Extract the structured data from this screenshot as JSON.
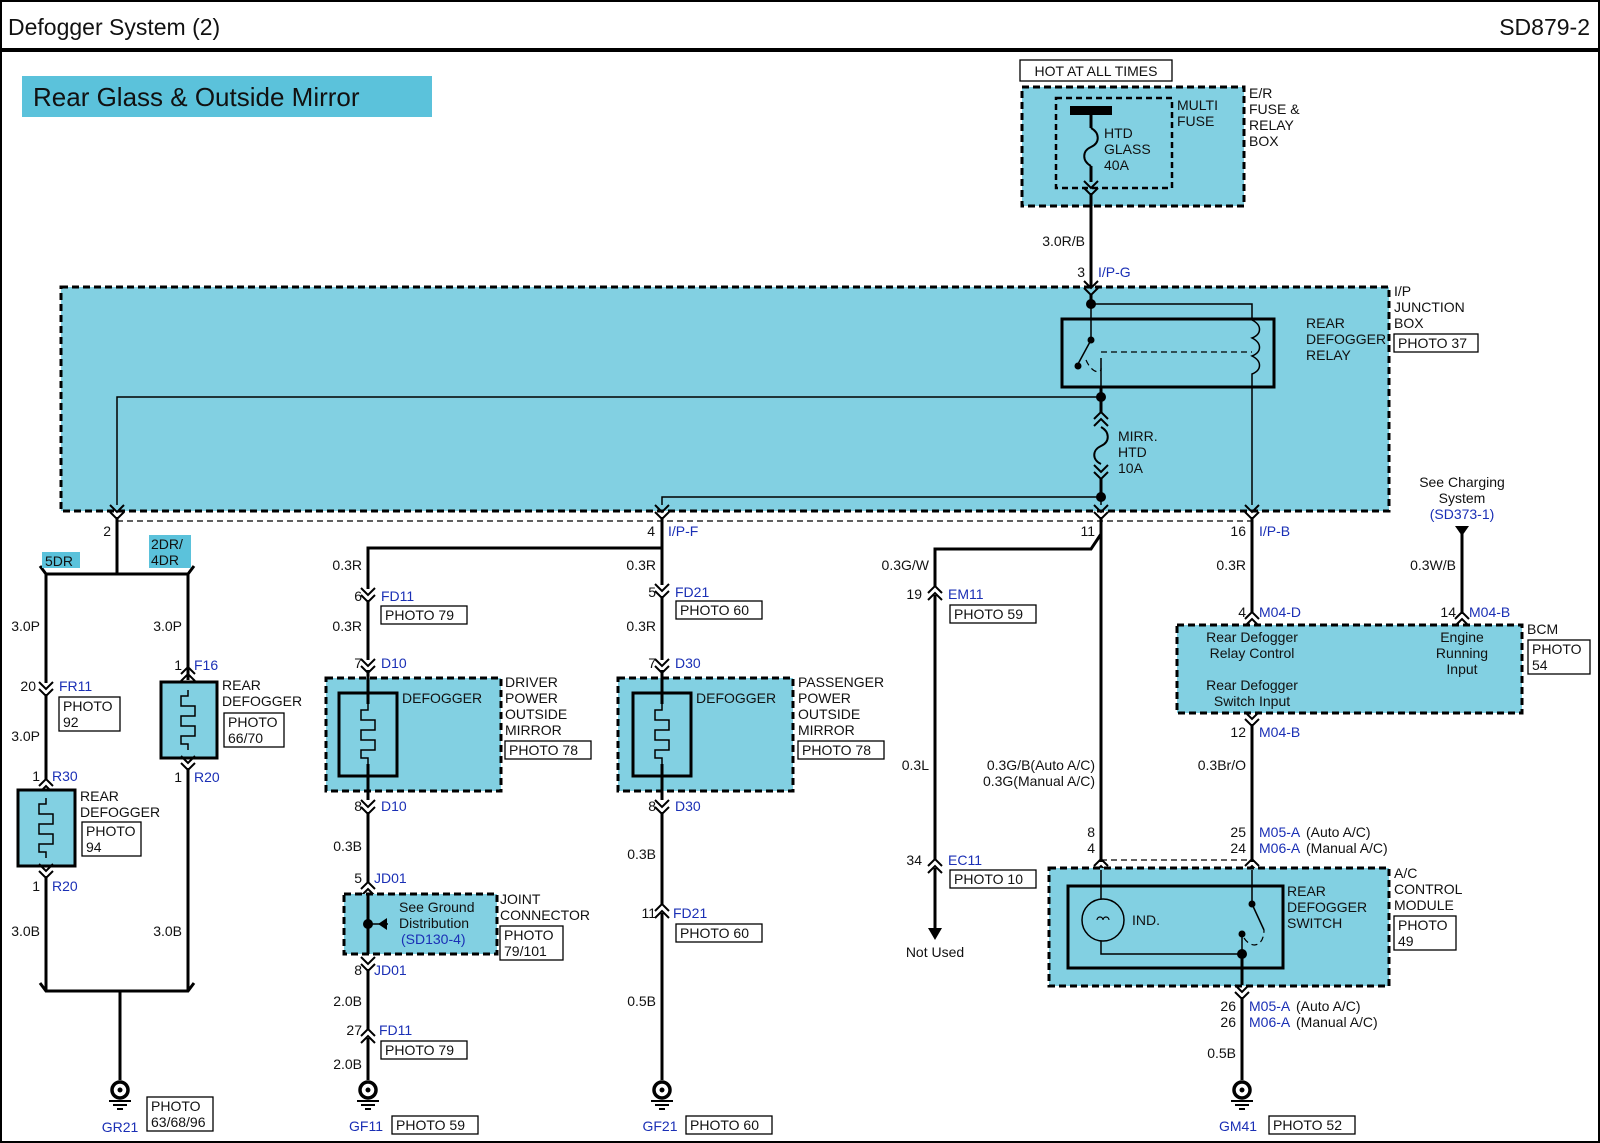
{
  "header": {
    "title": "Defogger System (2)",
    "code": "SD879-2"
  },
  "section_title": "Rear Glass & Outside Mirror",
  "power": {
    "hot_label": "HOT AT ALL TIMES",
    "box_label": [
      "E/R",
      "FUSE &",
      "RELAY",
      "BOX"
    ],
    "multi_fuse": [
      "MULTI",
      "FUSE"
    ],
    "fuse": [
      "HTD",
      "GLASS",
      "40A"
    ],
    "wire": "3.0R/B"
  },
  "junction_box": {
    "label": [
      "I/P",
      "JUNCTION",
      "BOX"
    ],
    "photo": "PHOTO 37",
    "relay": [
      "REAR",
      "DEFOGGER",
      "RELAY"
    ],
    "mirr_fuse": [
      "MIRR.",
      "HTD",
      "10A"
    ],
    "pins": [
      {
        "pin": "3",
        "conn": "I/P-G"
      },
      {
        "pin": "2",
        "conn": ""
      },
      {
        "pin": "4",
        "conn": "I/P-F"
      },
      {
        "pin": "11",
        "conn": ""
      },
      {
        "pin": "16",
        "conn": "I/P-B"
      }
    ]
  },
  "left": {
    "tag_5dr": "5DR",
    "tag_2dr": [
      "2DR/",
      "4DR"
    ],
    "wire_3p": "3.0P",
    "wire_3b": "3.0B",
    "fr11_pin": "20",
    "fr11": "FR11",
    "fr11_photo": [
      "PHOTO",
      "92"
    ],
    "r30_pin": "1",
    "r30": "R30",
    "r20_pin": "1",
    "r20": "R20",
    "f16_pin": "1",
    "f16": "F16",
    "rear_defogger": [
      "REAR",
      "DEFOGGER"
    ],
    "photo_94": [
      "PHOTO",
      "94"
    ],
    "photo_66": [
      "PHOTO",
      "66/70"
    ],
    "ground": "GR21",
    "ground_photo": [
      "PHOTO",
      "63/68/96"
    ]
  },
  "driver": {
    "wire_03r": "0.3R",
    "fd11_pin": "6",
    "fd11": "FD11",
    "fd11_photo": "PHOTO 79",
    "d10_pin_top": "7",
    "d10": "D10",
    "d10_pin_bot": "8",
    "defogger": "DEFOGGER",
    "mirror_label": [
      "DRIVER",
      "POWER",
      "OUTSIDE",
      "MIRROR"
    ],
    "photo": "PHOTO 78",
    "wire_03b": "0.3B",
    "jd01_pin_top": "5",
    "jd01": "JD01",
    "ground_dist": [
      "See Ground",
      "Distribution"
    ],
    "ground_ref": "(SD130-4)",
    "joint": [
      "JOINT",
      "CONNECTOR"
    ],
    "joint_photo": [
      "PHOTO",
      "79/101"
    ],
    "jd01_pin_bot": "8",
    "wire_20b": "2.0B",
    "fd11b_pin": "27",
    "fd11b_photo": "PHOTO 79",
    "ground": "GF11",
    "ground_photo": "PHOTO 59"
  },
  "passenger": {
    "wire_03r": "0.3R",
    "fd21_pin": "5",
    "fd21": "FD21",
    "fd21_photo": "PHOTO 60",
    "d30_pin_top": "7",
    "d30": "D30",
    "d30_pin_bot": "8",
    "defogger": "DEFOGGER",
    "mirror_label": [
      "PASSENGER",
      "POWER",
      "OUTSIDE",
      "MIRROR"
    ],
    "photo": "PHOTO 78",
    "wire_03b": "0.3B",
    "fd21b_pin": "11",
    "fd21b_photo": "PHOTO 60",
    "wire_05b": "0.5B",
    "ground": "GF21",
    "ground_photo": "PHOTO 60"
  },
  "center": {
    "wire_gw": "0.3G/W",
    "em11_pin": "19",
    "em11": "EM11",
    "em11_photo": "PHOTO 59",
    "wire_03l": "0.3L",
    "ec11_pin": "34",
    "ec11": "EC11",
    "ec11_photo": "PHOTO 10",
    "not_used": "Not Used",
    "wire_gb": "0.3G/B(Auto A/C)",
    "wire_g": "0.3G(Manual A/C)",
    "pin_8": "8",
    "pin_4": "4"
  },
  "bcm": {
    "charging": [
      "See Charging",
      "System"
    ],
    "charging_ref": "(SD373-1)",
    "wire_03r": "0.3R",
    "wire_wb": "0.3W/B",
    "pin_d": "4",
    "conn_d": "M04-D",
    "pin_b": "14",
    "conn_b": "M04-B",
    "relay_ctrl": [
      "Rear Defogger",
      "Relay Control"
    ],
    "switch_input": [
      "Rear Defogger",
      "Switch Input"
    ],
    "engine": [
      "Engine",
      "Running",
      "Input"
    ],
    "label": "BCM",
    "photo": [
      "PHOTO",
      "54"
    ],
    "pin_out": "12",
    "conn_out": "M04-B",
    "wire_bro": "0.3Br/O"
  },
  "ac": {
    "pin_25": "25",
    "conn_m05": "M05-A",
    "auto": "(Auto A/C)",
    "pin_24": "24",
    "conn_m06": "M06-A",
    "manual": "(Manual A/C)",
    "ind": "IND.",
    "switch": [
      "REAR",
      "DEFOGGER",
      "SWITCH"
    ],
    "label": [
      "A/C",
      "CONTROL",
      "MODULE"
    ],
    "photo": [
      "PHOTO",
      "49"
    ],
    "pin_26": "26",
    "wire_05b": "0.5B",
    "ground": "GM41",
    "ground_photo": "PHOTO 52"
  }
}
